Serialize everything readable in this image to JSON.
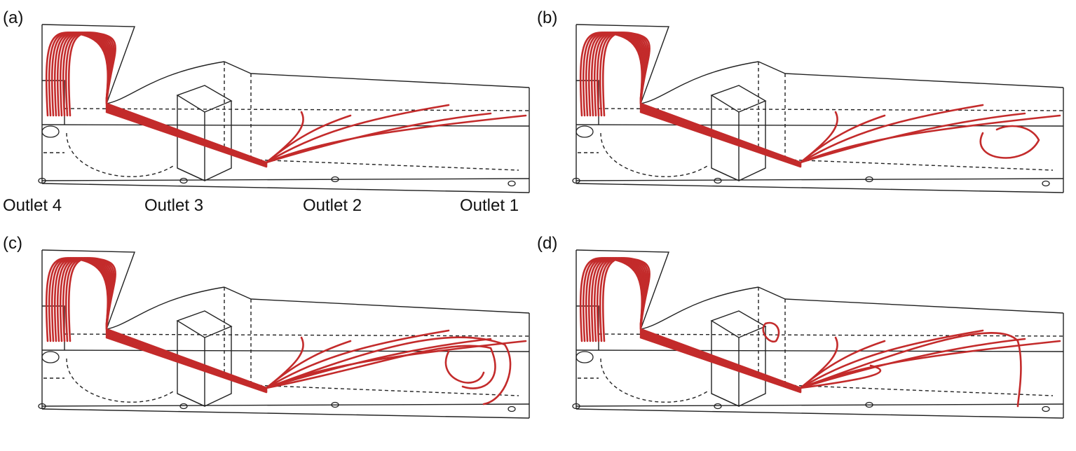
{
  "panels": [
    {
      "label": "(a)",
      "variant": "a"
    },
    {
      "label": "(b)",
      "variant": "b"
    },
    {
      "label": "(c)",
      "variant": "c"
    },
    {
      "label": "(d)",
      "variant": "d"
    }
  ],
  "outlets": [
    "Outlet 4",
    "Outlet 3",
    "Outlet 2",
    "Outlet 1"
  ],
  "colors": {
    "streamline": "#c32b2b",
    "streamline_dark": "#8a1a1a",
    "geometry": "#222222"
  }
}
